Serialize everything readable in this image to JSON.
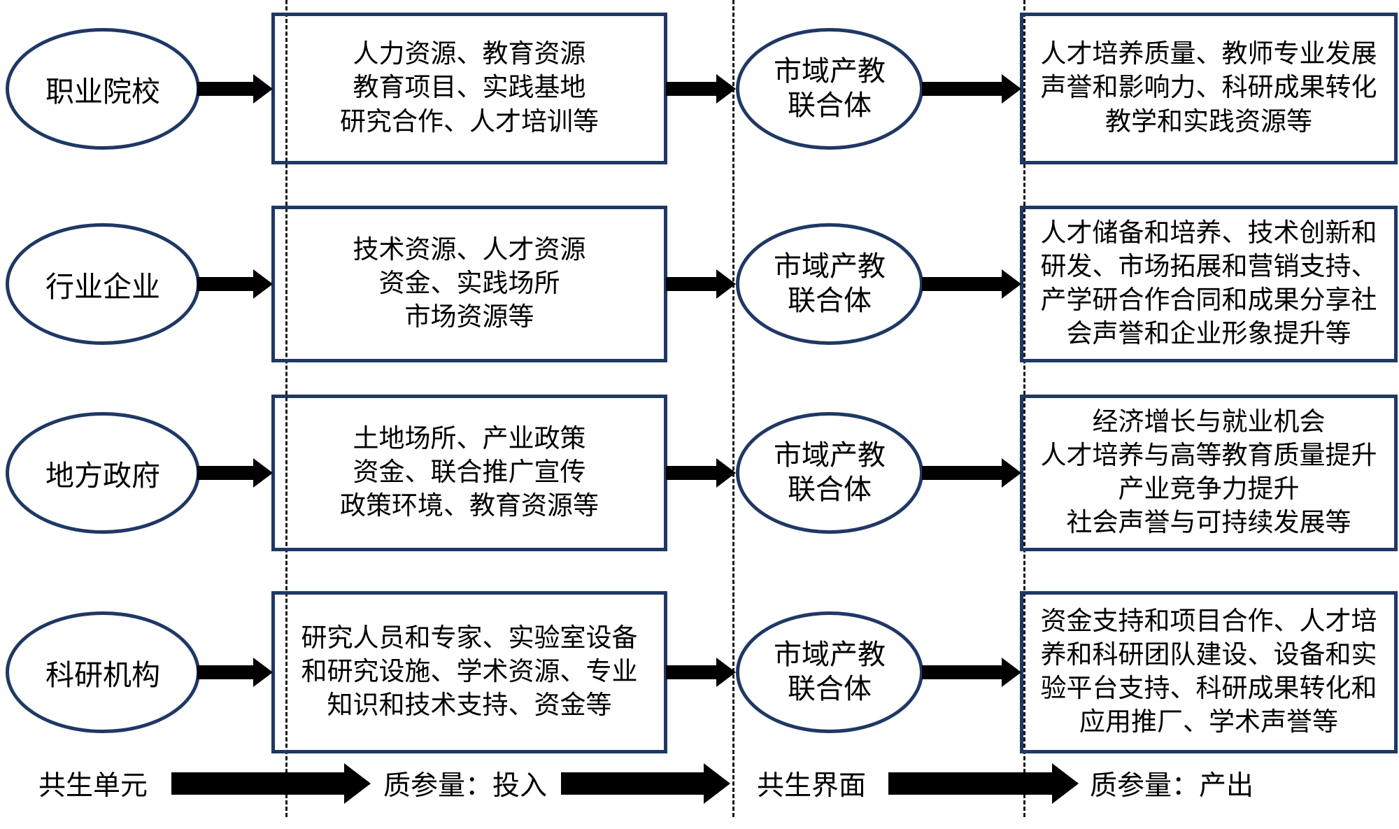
{
  "colors": {
    "outline": "#1f3864",
    "arrow": "#000000",
    "text": "#000000",
    "background": "#ffffff"
  },
  "rows": [
    {
      "unit": "职业院校",
      "input": "人力资源、教育资源\n教育项目、实践基地\n研究合作、人才培训等",
      "interface": "市域产教\n联合体",
      "output": "人才培养质量、教师专业发展\n声誉和影响力、科研成果转化\n教学和实践资源等"
    },
    {
      "unit": "行业企业",
      "input": "技术资源、人才资源\n资金、实践场所\n市场资源等",
      "interface": "市域产教\n联合体",
      "output": "人才储备和培养、技术创新和\n研发、市场拓展和营销支持、\n产学研合作合同和成果分享社\n会声誉和企业形象提升等"
    },
    {
      "unit": "地方政府",
      "input": "土地场所、产业政策\n资金、联合推广宣传\n政策环境、教育资源等",
      "interface": "市域产教\n联合体",
      "output": "经济增长与就业机会\n人才培养与高等教育质量提升\n产业竞争力提升\n社会声誉与可持续发展等"
    },
    {
      "unit": "科研机构",
      "input": "研究人员和专家、实验室设备\n和研究设施、学术资源、专业\n知识和技术支持、资金等",
      "interface": "市域产教\n联合体",
      "output": "资金支持和项目合作、人才培\n养和科研团队建设、设备和实\n验平台支持、科研成果转化和\n应用推厂、学术声誉等"
    }
  ],
  "legend": {
    "unit_label": "共生单元",
    "input_label": "质参量：投入",
    "interface_label": "共生界面",
    "output_label": "质参量：产出"
  }
}
